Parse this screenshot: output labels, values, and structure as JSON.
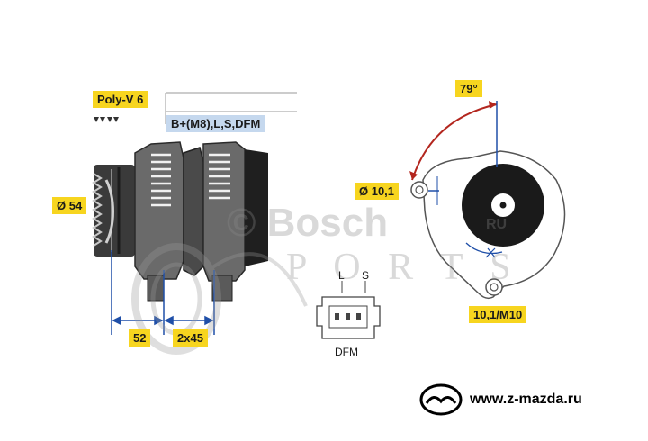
{
  "labels": {
    "belt": "Poly-V 6",
    "terminals": "B+(M8),L,S,DFM",
    "pulley_diameter": "Ø 54",
    "dim_a": "52",
    "dim_b": "2x45",
    "angle": "79°",
    "hole_diameter": "Ø 10,1",
    "mount_hole": "10,1/M10",
    "plug_l": "L",
    "plug_s": "S",
    "plug_dfm": "DFM"
  },
  "watermark": {
    "brand": "© Bosch",
    "brand_ru": "RU",
    "ports": "P O R T S"
  },
  "footer": {
    "site_url": "www.z-mazda.ru"
  },
  "colors": {
    "label_bg": "#f7d51f",
    "terminal_bg": "#c5d8ee",
    "dimension_line": "#1f4fa8",
    "angle_arc": "#b3261e",
    "body_gray": "#5a5a5a",
    "body_dark": "#2a2a2a"
  }
}
